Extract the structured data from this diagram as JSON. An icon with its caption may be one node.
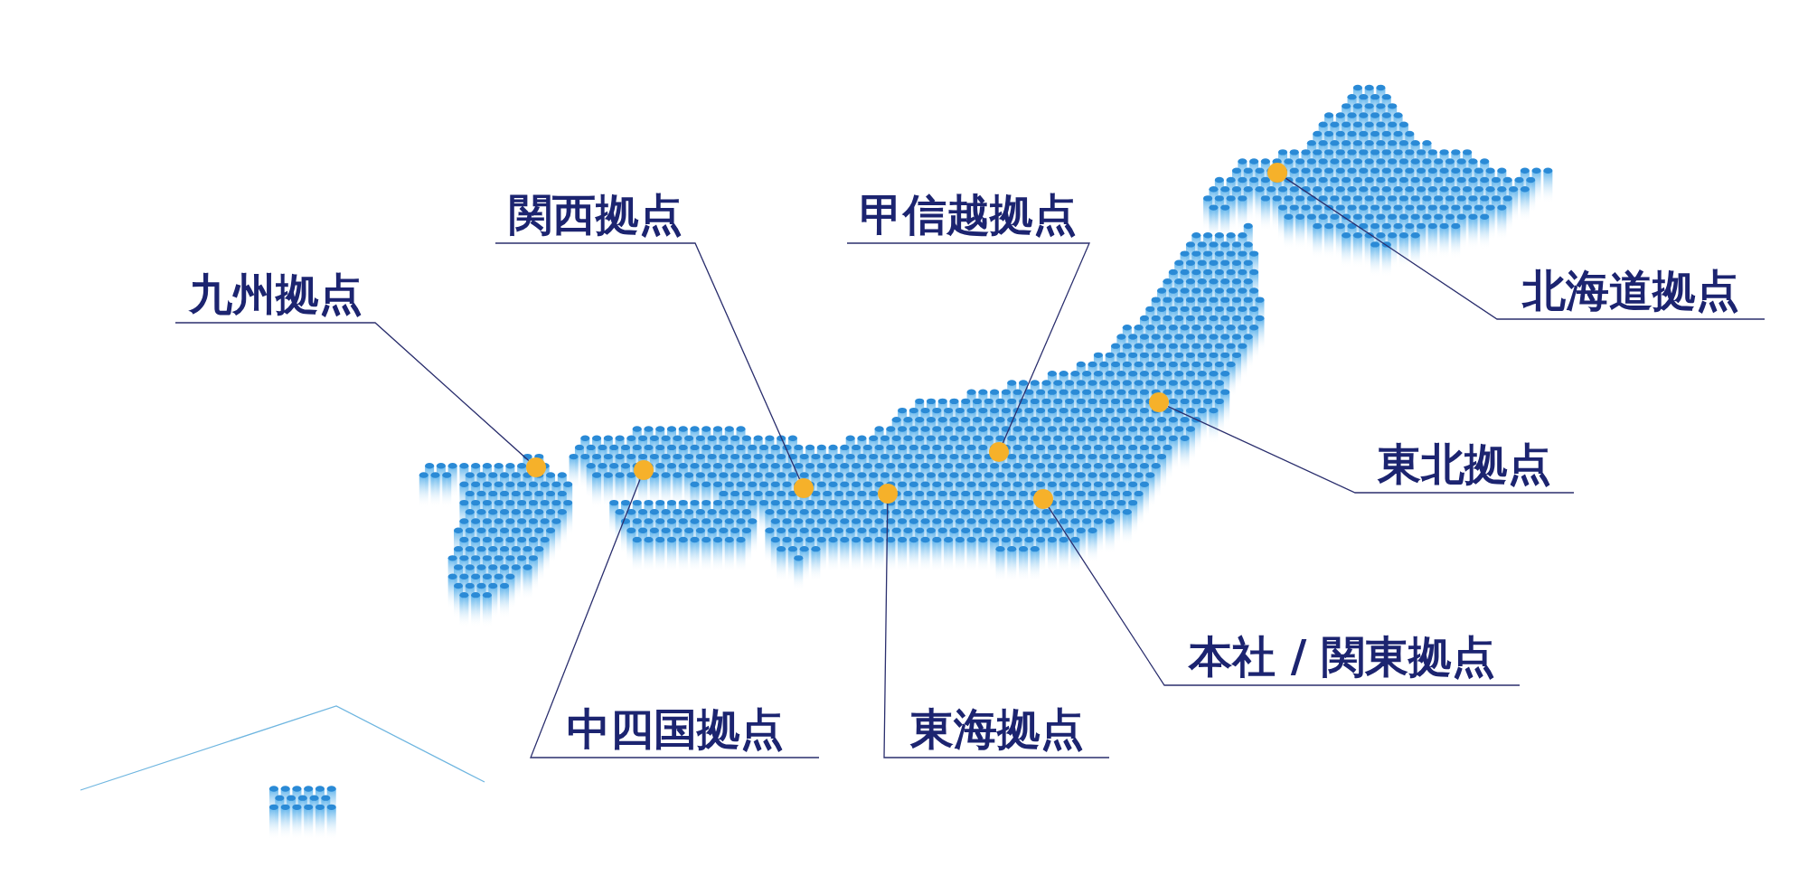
{
  "diagram": {
    "nodes": [
      {
        "text": [
          "関西拠点"
        ]
      },
      {
        "text": [
          "甲信越拠点"
        ]
      },
      {
        "text": [
          "九州拠点"
        ]
      },
      {
        "text": [
          "北海道拠点"
        ]
      },
      {
        "text": [
          "東北拠点"
        ]
      },
      {
        "text": [
          "本社 / 関東拠点"
        ]
      },
      {
        "text": [
          "中四国拠点"
        ]
      },
      {
        "text": [
          "東海拠点"
        ]
      },
      {
        "text": [],
        "shape": "circle"
      },
      {
        "text": [],
        "shape": "circle"
      },
      {
        "text": [],
        "shape": "circle"
      },
      {
        "text": [],
        "shape": "circle"
      },
      {
        "text": [],
        "shape": "circle"
      },
      {
        "text": [],
        "shape": "circle"
      },
      {
        "text": [],
        "shape": "circle"
      },
      {
        "text": [],
        "shape": "circle"
      }
    ],
    "edges": [
      {
        "from": 0,
        "to": 8,
        "arrow": "none"
      },
      {
        "from": 1,
        "to": 9,
        "arrow": "none"
      },
      {
        "from": 2,
        "to": 10,
        "arrow": "none"
      },
      {
        "from": 3,
        "to": 11,
        "arrow": "none"
      },
      {
        "from": 4,
        "to": 12,
        "arrow": "none"
      },
      {
        "from": 5,
        "to": 13,
        "arrow": "none"
      },
      {
        "from": 6,
        "to": 14,
        "arrow": "none"
      },
      {
        "from": 7,
        "to": 15,
        "arrow": "none"
      }
    ]
  }
}
